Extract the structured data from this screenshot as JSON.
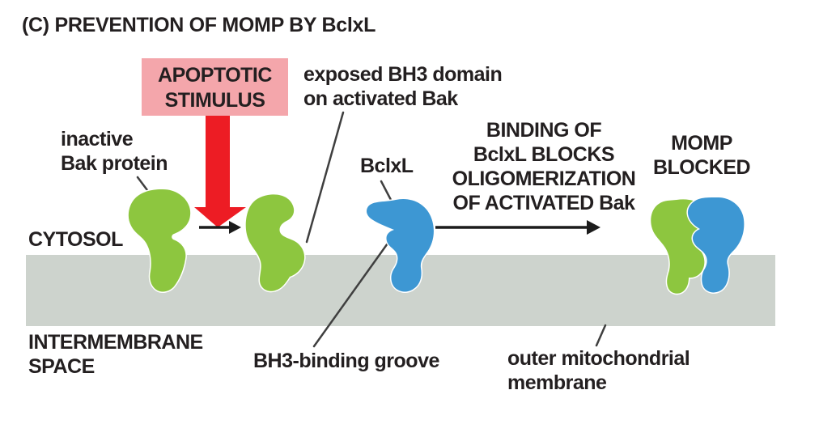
{
  "title": "(C) PREVENTION OF MOMP BY BclxL",
  "labels": {
    "stimulus": [
      "APOPTOTIC",
      "STIMULUS"
    ],
    "inactive_bak": [
      "inactive",
      "Bak protein"
    ],
    "exposed_bh3": [
      "exposed BH3 domain",
      "on activated Bak"
    ],
    "bclxl": "BclxL",
    "binding_block": [
      "BINDING OF",
      "BclxL BLOCKS",
      "OLIGOMERIZATION",
      "OF ACTIVATED Bak"
    ],
    "momp_blocked": [
      "MOMP",
      "BLOCKED"
    ],
    "cytosol": "CYTOSOL",
    "intermembrane_space": [
      "INTERMEMBRANE",
      "SPACE"
    ],
    "bh3_groove": "BH3-binding groove",
    "outer_membrane": [
      "outer mitochondrial",
      "membrane"
    ]
  },
  "colors": {
    "bak_green": "#8dc63f",
    "bclxl_blue": "#3d97d3",
    "stimulus_pink": "#f4a6ab",
    "stimulus_red": "#ed1c24",
    "membrane_gray": "#cdd3cd",
    "leader_line": "#3f3f3f",
    "arrow_black": "#1c1c1c",
    "text": "#231f20"
  }
}
